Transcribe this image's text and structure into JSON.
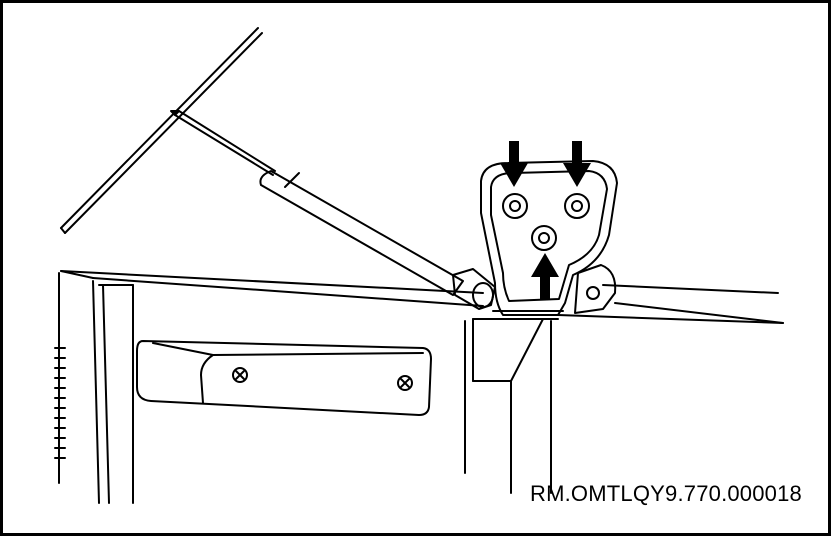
{
  "figure": {
    "reference_code": "RM.OMTLQY9.770.000018",
    "line_color": "#000000",
    "background_color": "#ffffff"
  },
  "callouts": [
    {
      "id": "arrow-left-bolt",
      "direction": "down"
    },
    {
      "id": "arrow-right-bolt",
      "direction": "down"
    },
    {
      "id": "arrow-center-bolt",
      "direction": "up"
    }
  ]
}
